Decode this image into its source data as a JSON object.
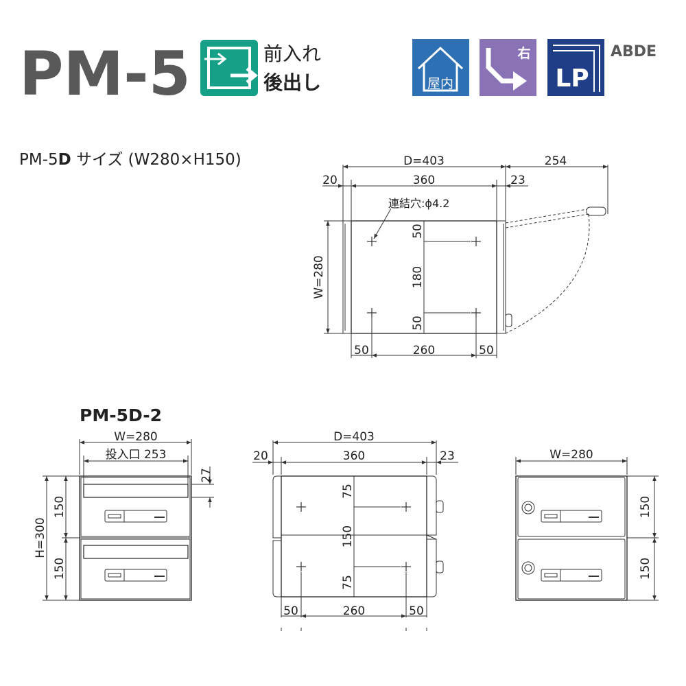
{
  "header": {
    "model": "PM-5",
    "mode_line1": "前入れ",
    "mode_line2": "後出し",
    "badges": [
      {
        "name": "indoor",
        "label": "屋内",
        "color": "#2d70b3"
      },
      {
        "name": "right-hinge",
        "label": "右",
        "color": "#8a72b6"
      },
      {
        "name": "lp",
        "label": "LP",
        "color": "#1f3e87"
      }
    ],
    "variants": "ABDE"
  },
  "colors": {
    "teal": "#16a087",
    "grey_title": "#595959"
  },
  "top_view": {
    "title_prefix": "PM-5",
    "title_bold": "D",
    "title_suffix": " サイズ (W280×H150)",
    "depth": "D=403",
    "swing": "254",
    "left_margin": "20",
    "inner": "360",
    "right_margin": "23",
    "hole_label": "連結穴:ϕ4.2",
    "width": "W=280",
    "v_top": "50",
    "v_mid": "180",
    "v_bottom": "50",
    "b_left": "50",
    "b_mid": "260",
    "b_right": "50"
  },
  "section2": {
    "title": "PM-5D-2",
    "front": {
      "width": "W=280",
      "slot": "投入口 253",
      "slot_height": "27",
      "height": "H=300",
      "upper": "150",
      "lower": "150"
    },
    "side": {
      "depth": "D=403",
      "left_margin": "20",
      "inner": "360",
      "right_margin": "23",
      "v_top": "75",
      "v_mid": "150",
      "v_bottom": "75",
      "b_left": "50",
      "b_mid": "260",
      "b_right": "50"
    },
    "back": {
      "width": "W=280",
      "upper": "150",
      "lower": "150"
    }
  }
}
